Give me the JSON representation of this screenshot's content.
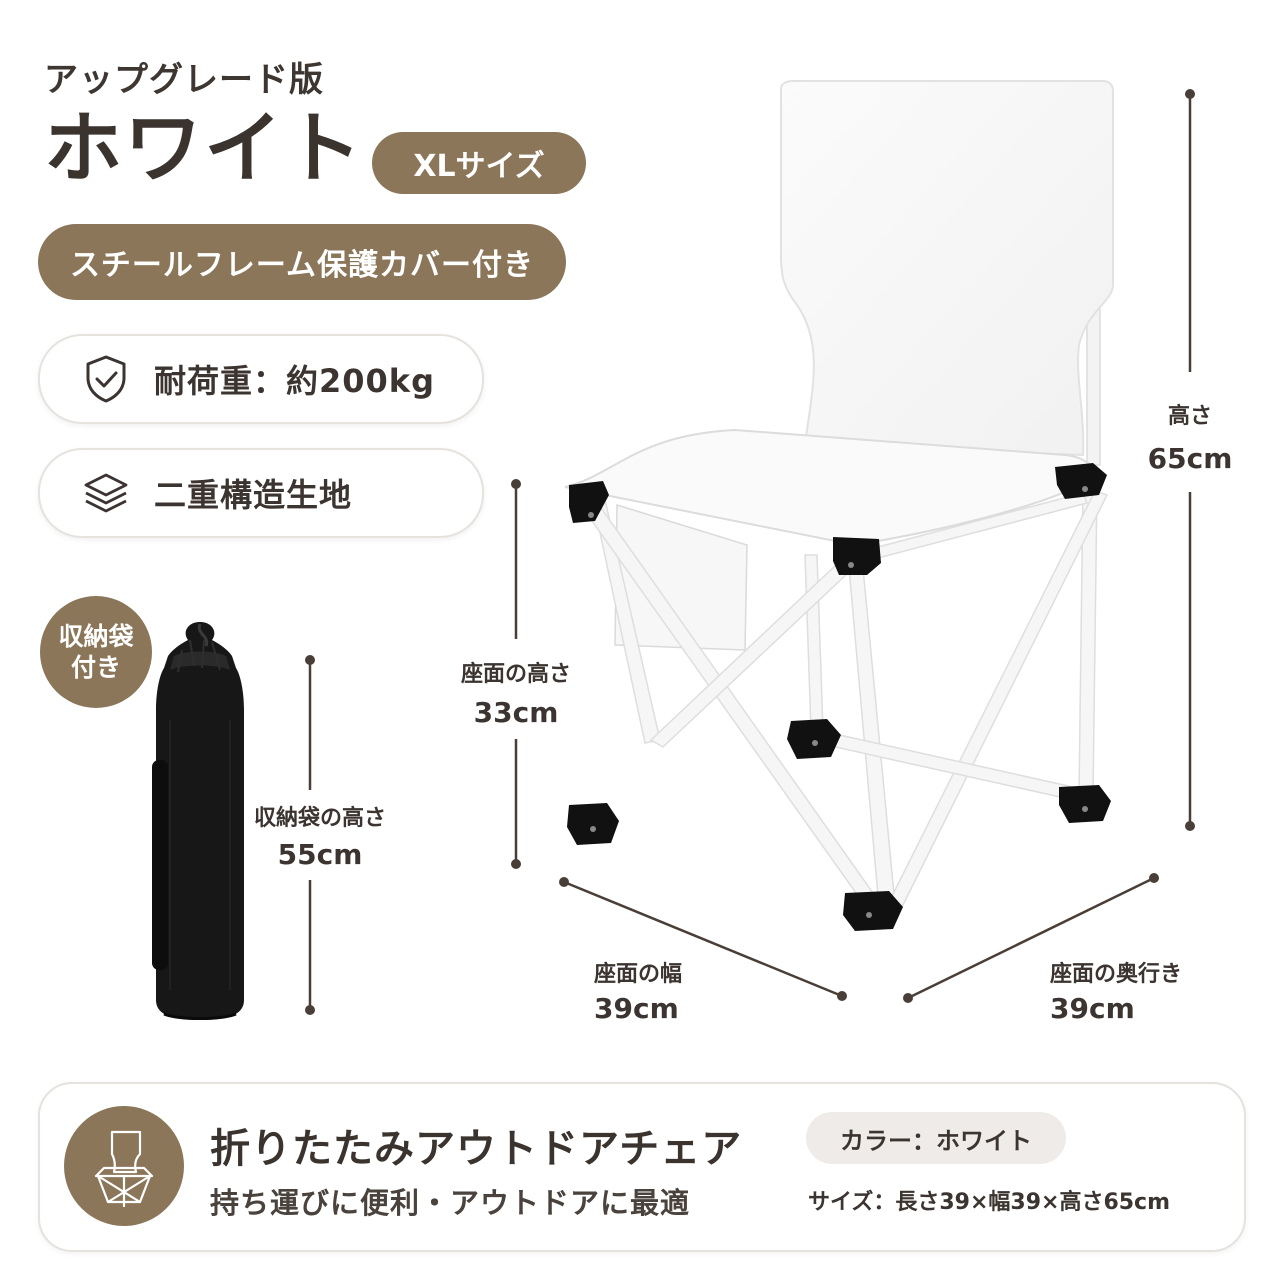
{
  "header": {
    "upgrade_label": "アップグレード版",
    "color_name": "ホワイト",
    "size_badge": "XLサイズ",
    "frame_badge": "スチールフレーム保護カバー付き"
  },
  "features": [
    {
      "icon": "shield-check-icon",
      "label": "耐荷重：約200kg"
    },
    {
      "icon": "layers-icon",
      "label": "二重構造生地"
    }
  ],
  "bag": {
    "badge_line1": "収納袋",
    "badge_line2": "付き",
    "height_label": "収納袋の高さ",
    "height_value": "55cm"
  },
  "dimensions": {
    "seat_height_label": "座面の高さ",
    "seat_height_value": "33cm",
    "total_height_label": "高さ",
    "total_height_value": "65cm",
    "seat_width_label": "座面の幅",
    "seat_width_value": "39cm",
    "seat_depth_label": "座面の奥行き",
    "seat_depth_value": "39cm"
  },
  "footer": {
    "product_name": "折りたたみアウトドアチェア",
    "product_sub": "持ち運びに便利・アウトドアに最適",
    "color_pill": "カラー：ホワイト",
    "size_text": "サイズ：長さ39×幅39×高さ65cm"
  },
  "colors": {
    "brand_brown": "#8b7659",
    "text_dark": "#3b3430",
    "dim_line": "#4a3f38"
  }
}
